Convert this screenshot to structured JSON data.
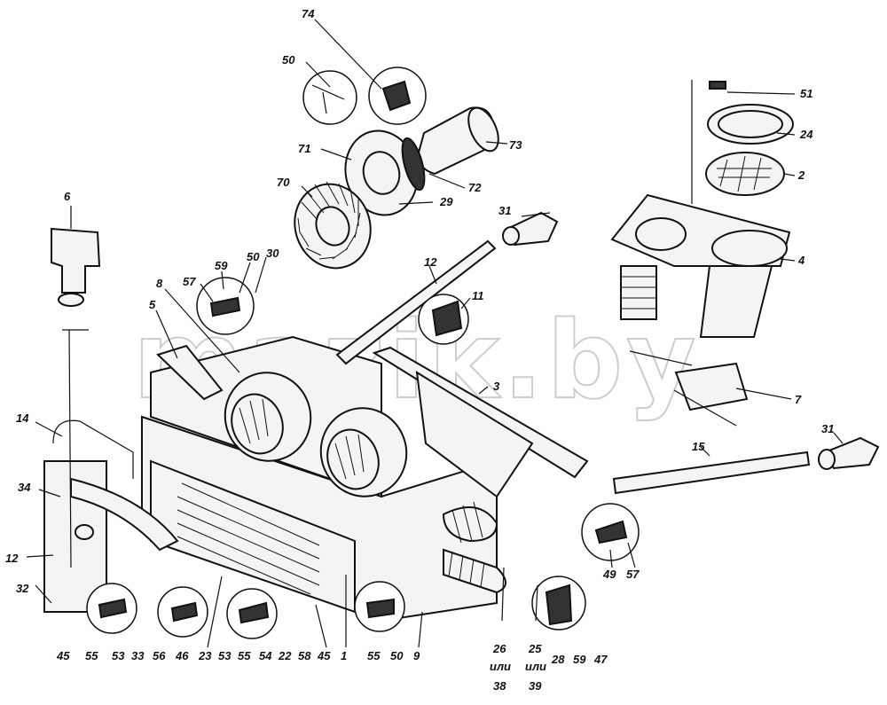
{
  "watermark": "mazik.by",
  "labels": {
    "l74": "74",
    "l50a": "50",
    "l71": "71",
    "l73": "73",
    "l72": "72",
    "l70": "70",
    "l29": "29",
    "l31a": "31",
    "l51": "51",
    "l24": "24",
    "l2": "2",
    "l4": "4",
    "l6": "6",
    "l12a": "12",
    "l11": "11",
    "l59a": "59",
    "l50b": "50",
    "l30": "30",
    "l57a": "57",
    "l8": "8",
    "l5": "5",
    "l3": "3",
    "l7": "7",
    "l14": "14",
    "l31b": "31",
    "l15": "15",
    "l34": "34",
    "l12b": "12",
    "l32": "32",
    "l49": "49",
    "l57b": "57",
    "l45a": "45",
    "l55a": "55",
    "l53a": "53",
    "l33": "33",
    "l56": "56",
    "l46": "46",
    "l23": "23",
    "l53b": "53",
    "l55b": "55",
    "l54": "54",
    "l22": "22",
    "l58": "58",
    "l45b": "45",
    "l1": "1",
    "l55c": "55",
    "l50c": "50",
    "l9": "9",
    "l26": "26",
    "l_ili1": "или",
    "l38": "38",
    "l25": "25",
    "l_ili2": "или",
    "l39": "39",
    "l28": "28",
    "l59b": "59",
    "l47": "47"
  }
}
